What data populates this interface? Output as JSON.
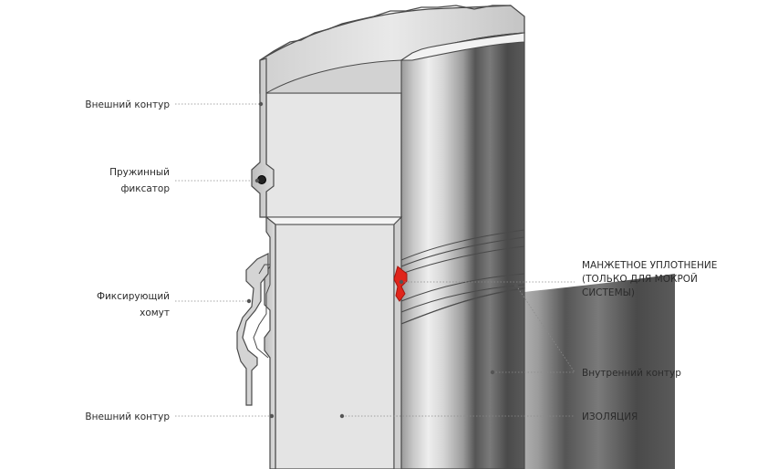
{
  "labels": {
    "outer_contour_top": "Внешний контур",
    "spring_lock_line1": "Пружинный",
    "spring_lock_line2": "фиксатор",
    "clamp_line1": "Фиксирующий",
    "clamp_line2": "хомут",
    "outer_contour_bottom": "Внешний контур",
    "seal_line1": "МАНЖЕТНОЕ УПЛОТНЕНИЕ",
    "seal_line2": "(ТОЛЬКО ДЛЯ МОКРОЙ",
    "seal_line3": "СИСТЕМЫ)",
    "inner_contour": "Внутренний контур",
    "insulation": "ИЗОЛЯЦИЯ"
  },
  "colors": {
    "seal": "#e0251b",
    "outline": "#4a4a4a",
    "insulation": "#e4e4e4",
    "leader": "#8a8a8a"
  }
}
